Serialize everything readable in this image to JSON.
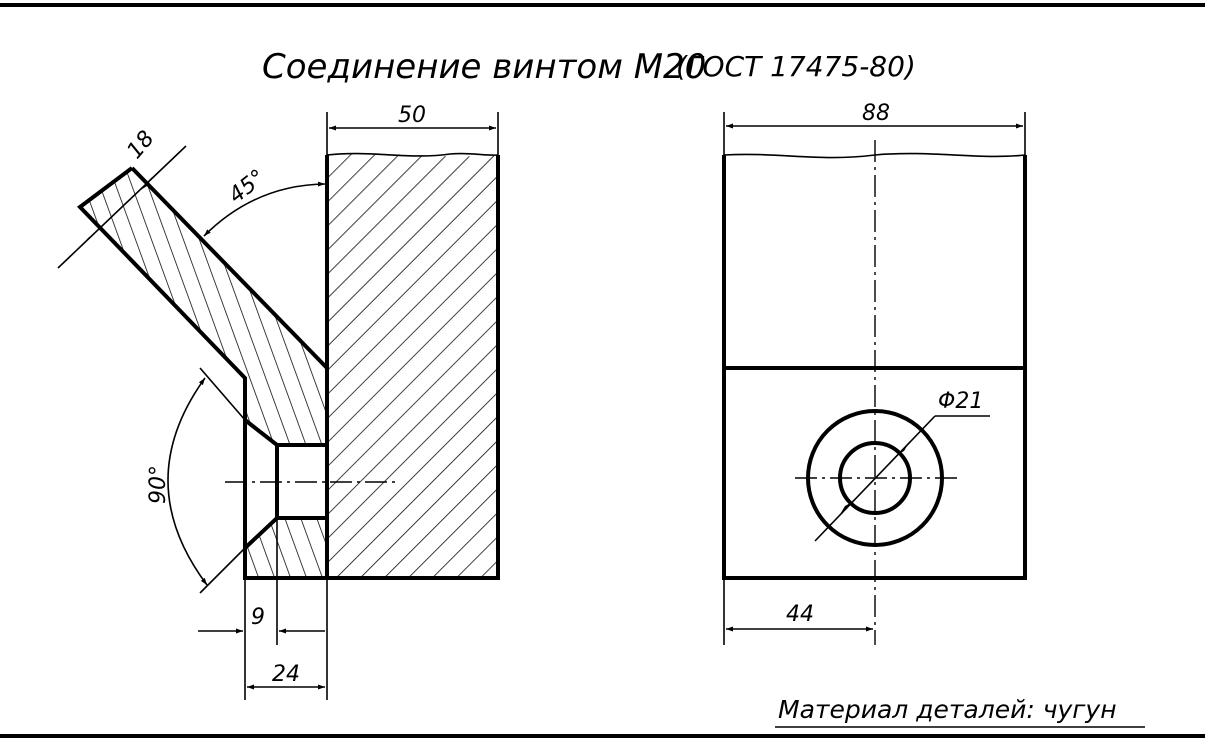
{
  "title": {
    "main": "Соединение винтом М20",
    "standard": "(ГОСТ 17475-80)"
  },
  "dimensions": {
    "width_50": "50",
    "width_88": "88",
    "thickness_18": "18",
    "angle_45": "45°",
    "angle_90": "90°",
    "depth_9": "9",
    "depth_24": "24",
    "half_44": "44",
    "hole_dia": "Φ21"
  },
  "note": "Материал деталей: чугун"
}
